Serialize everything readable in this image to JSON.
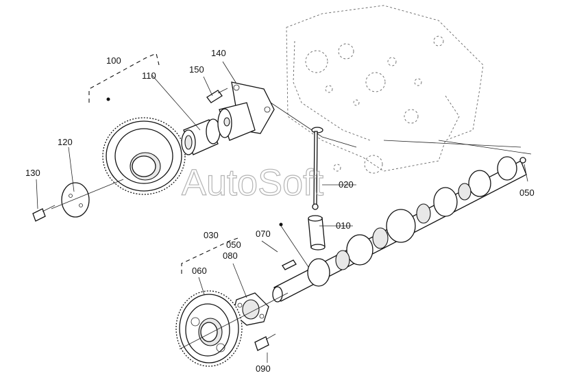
{
  "labels": {
    "p100": "100",
    "p110": "110",
    "p120": "120",
    "p130": "130",
    "p140": "140",
    "p150": "150",
    "p010": "010",
    "p020": "020",
    "p030": "030",
    "p050a": "050",
    "p050b": "050",
    "p060": "060",
    "p070": "070",
    "p080": "080",
    "p090": "090"
  },
  "watermark": "AutoSoft"
}
